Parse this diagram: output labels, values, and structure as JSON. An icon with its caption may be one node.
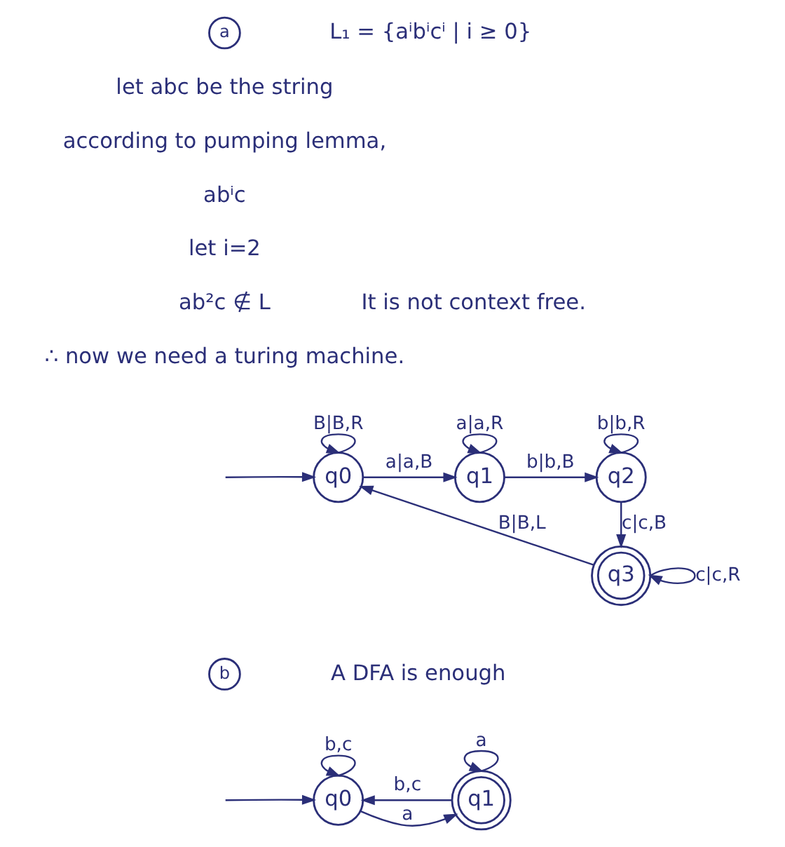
{
  "diagram": {
    "nodes": [
      {
        "text": [
          "a"
        ]
      },
      {
        "text": [
          "q0"
        ]
      },
      {
        "text": [
          "q1"
        ]
      },
      {
        "text": [
          "q2"
        ]
      },
      {
        "text": [
          "q3"
        ]
      },
      {
        "text": [
          "b"
        ]
      },
      {
        "text": [
          "q0"
        ]
      },
      {
        "text": [
          "q1"
        ]
      }
    ],
    "edges": [
      {
        "from": null,
        "to": 1,
        "arrow": "to"
      },
      {
        "from": 1,
        "to": 1,
        "arrow": "to",
        "label": "B|B,R"
      },
      {
        "from": 1,
        "to": 2,
        "arrow": "to",
        "label": "a|a,B"
      },
      {
        "from": 2,
        "to": 2,
        "arrow": "to",
        "label": "a|a,R"
      },
      {
        "from": 2,
        "to": 3,
        "arrow": "to",
        "label": "b|b,B"
      },
      {
        "from": 3,
        "to": 3,
        "arrow": "to",
        "label": "b|b,R"
      },
      {
        "from": 3,
        "to": 4,
        "arrow": "to",
        "label": "c|c,B"
      },
      {
        "from": 4,
        "to": 4,
        "arrow": "to",
        "label": "c|c,R"
      },
      {
        "from": 4,
        "to": 1,
        "arrow": "to",
        "label": "B|B,L"
      },
      {
        "from": null,
        "to": 6,
        "arrow": "to"
      },
      {
        "from": 6,
        "to": 6,
        "arrow": "to",
        "label": "b,c"
      },
      {
        "from": 6,
        "to": 7,
        "arrow": "to",
        "label": "a"
      },
      {
        "from": 7,
        "to": 7,
        "arrow": "to",
        "label": "a"
      },
      {
        "from": 7,
        "to": 6,
        "arrow": "to",
        "label": "b,c"
      }
    ],
    "labels": [
      "L₁ = {aⁱbⁱcⁱ | i ≥ 0}",
      "let abc be the string",
      "according to pumping lemma,",
      "abⁱc",
      "let i=2",
      "ab²c ∉ L",
      "It is not context free.",
      "∴ now we need a turing machine.",
      "A DFA is enough"
    ]
  }
}
